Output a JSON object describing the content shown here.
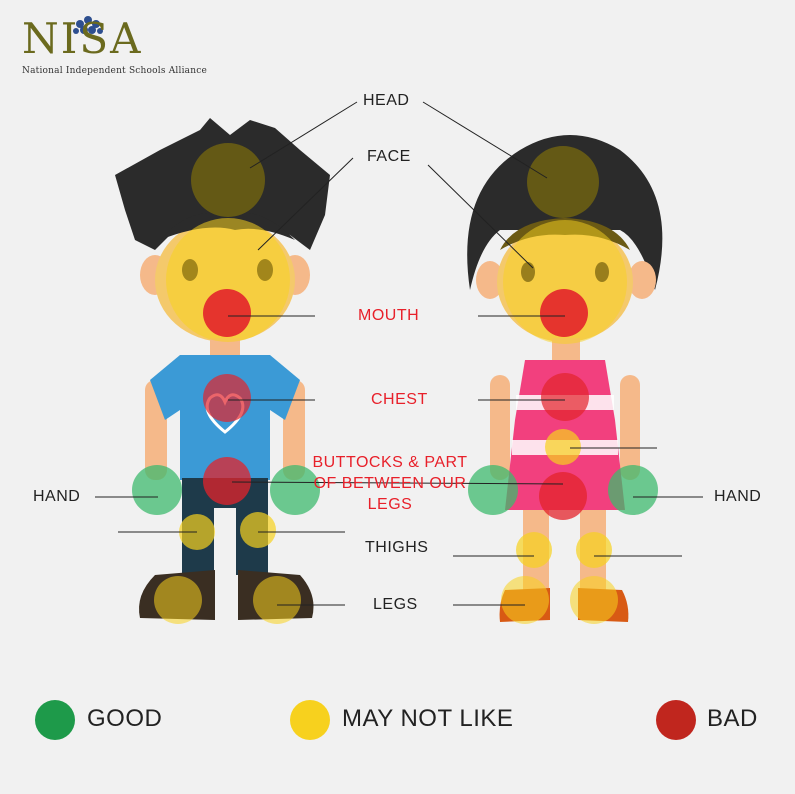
{
  "logo": {
    "word": "NISA",
    "subtitle": "National Independent Schools Alliance"
  },
  "labels": {
    "head": "HEAD",
    "face": "FACE",
    "mouth": "MOUTH",
    "chest": "CHEST",
    "buttocks": "BUTTOCKS & PART OF BETWEEN OUR LEGS",
    "hand_left": "HAND",
    "hand_right": "HAND",
    "thighs": "THIGHS",
    "legs": "LEGS"
  },
  "legend": [
    {
      "label": "GOOD",
      "color": "#1e9a4a"
    },
    {
      "label": "MAY NOT LIKE",
      "color": "#f7d11e"
    },
    {
      "label": "BAD",
      "color": "#c0261e"
    }
  ],
  "zone_colors": {
    "good": "#3dba6e",
    "may_not_like": "#f7d11e",
    "bad": "#e3232b",
    "head": "#6e6212"
  }
}
